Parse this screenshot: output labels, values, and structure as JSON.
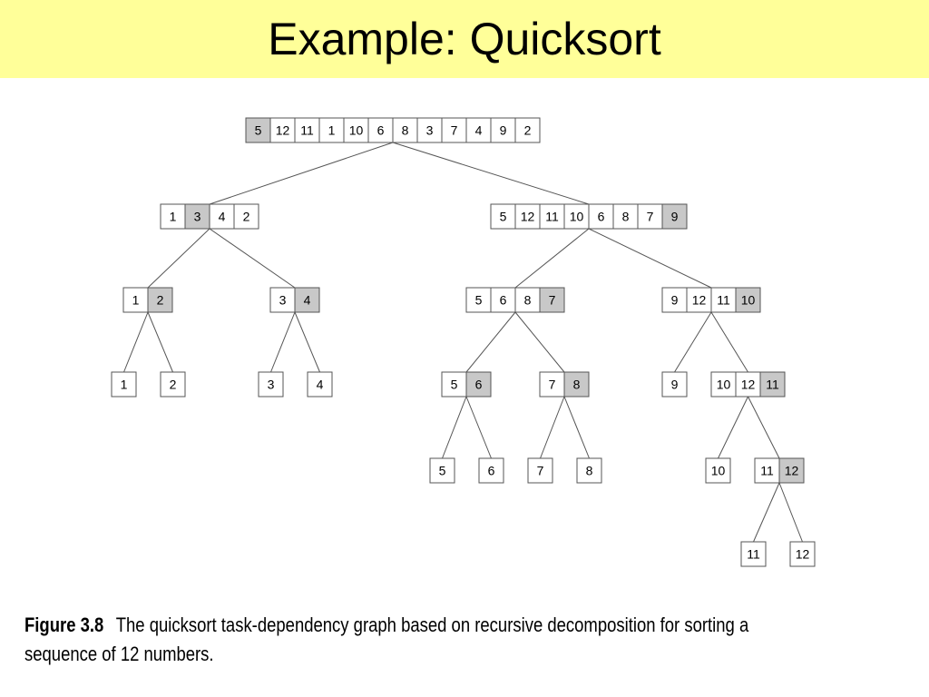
{
  "slide": {
    "title": "Example: Quicksort",
    "band_color": "#ffff99"
  },
  "colors": {
    "pivot_fill": "#c8c8c8",
    "cell_fill": "#ffffff",
    "stroke": "#555555"
  },
  "tree": {
    "nodes": [
      {
        "id": "n0",
        "values": [
          "5",
          "12",
          "11",
          "1",
          "10",
          "6",
          "8",
          "3",
          "7",
          "4",
          "9",
          "2"
        ],
        "pivot": 0
      },
      {
        "id": "n1",
        "values": [
          "1",
          "3",
          "4",
          "2"
        ],
        "pivot": 1
      },
      {
        "id": "n2",
        "values": [
          "5",
          "12",
          "11",
          "10",
          "6",
          "8",
          "7",
          "9"
        ],
        "pivot": 7
      },
      {
        "id": "n3",
        "values": [
          "1",
          "2"
        ],
        "pivot": 1
      },
      {
        "id": "n4",
        "values": [
          "3",
          "4"
        ],
        "pivot": 1
      },
      {
        "id": "n5",
        "values": [
          "5",
          "6",
          "8",
          "7"
        ],
        "pivot": 3
      },
      {
        "id": "n6",
        "values": [
          "9",
          "12",
          "11",
          "10"
        ],
        "pivot": 3
      },
      {
        "id": "n7",
        "values": [
          "1"
        ],
        "pivot": null
      },
      {
        "id": "n8",
        "values": [
          "2"
        ],
        "pivot": null
      },
      {
        "id": "n9",
        "values": [
          "3"
        ],
        "pivot": null
      },
      {
        "id": "n10",
        "values": [
          "4"
        ],
        "pivot": null
      },
      {
        "id": "n11",
        "values": [
          "5",
          "6"
        ],
        "pivot": 1
      },
      {
        "id": "n12",
        "values": [
          "7",
          "8"
        ],
        "pivot": 1
      },
      {
        "id": "n13",
        "values": [
          "9"
        ],
        "pivot": null
      },
      {
        "id": "n14",
        "values": [
          "10",
          "12",
          "11"
        ],
        "pivot": 2
      },
      {
        "id": "n15",
        "values": [
          "5"
        ],
        "pivot": null
      },
      {
        "id": "n16",
        "values": [
          "6"
        ],
        "pivot": null
      },
      {
        "id": "n17",
        "values": [
          "7"
        ],
        "pivot": null
      },
      {
        "id": "n18",
        "values": [
          "8"
        ],
        "pivot": null
      },
      {
        "id": "n19",
        "values": [
          "10"
        ],
        "pivot": null
      },
      {
        "id": "n20",
        "values": [
          "11",
          "12"
        ],
        "pivot": 1
      },
      {
        "id": "n21",
        "values": [
          "11"
        ],
        "pivot": null
      },
      {
        "id": "n22",
        "values": [
          "12"
        ],
        "pivot": null
      }
    ],
    "edges": [
      [
        "n0",
        "n1"
      ],
      [
        "n0",
        "n2"
      ],
      [
        "n1",
        "n3"
      ],
      [
        "n1",
        "n4"
      ],
      [
        "n2",
        "n5"
      ],
      [
        "n2",
        "n6"
      ],
      [
        "n3",
        "n7"
      ],
      [
        "n3",
        "n8"
      ],
      [
        "n4",
        "n9"
      ],
      [
        "n4",
        "n10"
      ],
      [
        "n5",
        "n11"
      ],
      [
        "n5",
        "n12"
      ],
      [
        "n6",
        "n13"
      ],
      [
        "n6",
        "n14"
      ],
      [
        "n11",
        "n15"
      ],
      [
        "n11",
        "n16"
      ],
      [
        "n12",
        "n17"
      ],
      [
        "n12",
        "n18"
      ],
      [
        "n14",
        "n19"
      ],
      [
        "n14",
        "n20"
      ],
      [
        "n20",
        "n21"
      ],
      [
        "n20",
        "n22"
      ]
    ]
  },
  "caption": {
    "label": "Figure 3.8",
    "line1": "The quicksort task-dependency graph based on recursive decomposition for sorting a",
    "line2": "sequence of 12 numbers."
  }
}
